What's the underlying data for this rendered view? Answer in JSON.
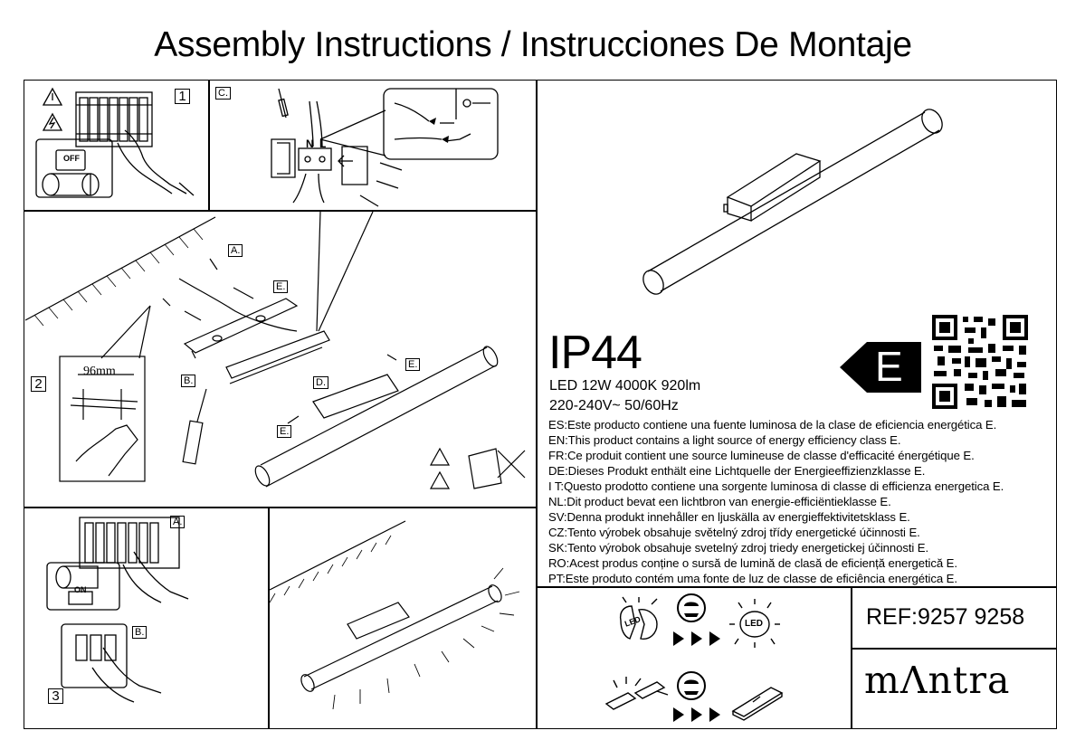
{
  "title": "Assembly Instructions / Instrucciones De Montaje",
  "steps": {
    "s1": "1",
    "s2": "2",
    "s3": "3"
  },
  "labels": {
    "c": "C.",
    "a": "A.",
    "e": "E.",
    "b": "B.",
    "d": "D.",
    "e2": "E.",
    "e3": "E.",
    "a3": "A.",
    "b3": "B."
  },
  "wires": {
    "n": "N",
    "l": "L"
  },
  "switch": {
    "off": "OFF",
    "on": "ON"
  },
  "dimension": "96mm",
  "ip_rating": "IP44",
  "specs": {
    "line1": "LED 12W 4000K 920lm",
    "line2": "220-240V~ 50/60Hz"
  },
  "energy_class": "E",
  "statements": [
    "ES:Este producto contiene una fuente luminosa de la clase de eficiencia energética E.",
    "EN:This product contains a light source of energy efficiency class E.",
    "FR:Ce produit contient une source lumineuse de classe d'efficacité énergétique E.",
    "DE:Dieses Produkt enthält eine Lichtquelle der Energieeffizienzklasse E.",
    "I T:Questo prodotto contiene una sorgente luminosa di classe di efficienza energetica E.",
    "NL:Dit product bevat een lichtbron van energie-efficiëntieklasse E.",
    "SV:Denna produkt innehåller en ljuskälla av energieffektivitetsklass E.",
    "CZ:Tento výrobek obsahuje světelný zdroj třídy energetické účinnosti E.",
    "SK:Tento výrobok obsahuje svetelný zdroj triedy energetickej účinnosti E.",
    "RO:Acest produs conține o sursă de lumină de clasă de eficiență energetică E.",
    "PT:Este produto contém uma fonte de luz de classe de eficiência energética E."
  ],
  "icon_text": {
    "led": "LED",
    "led_broken": "LED"
  },
  "ref": "REF:9257 9258",
  "brand": "mΛntra"
}
